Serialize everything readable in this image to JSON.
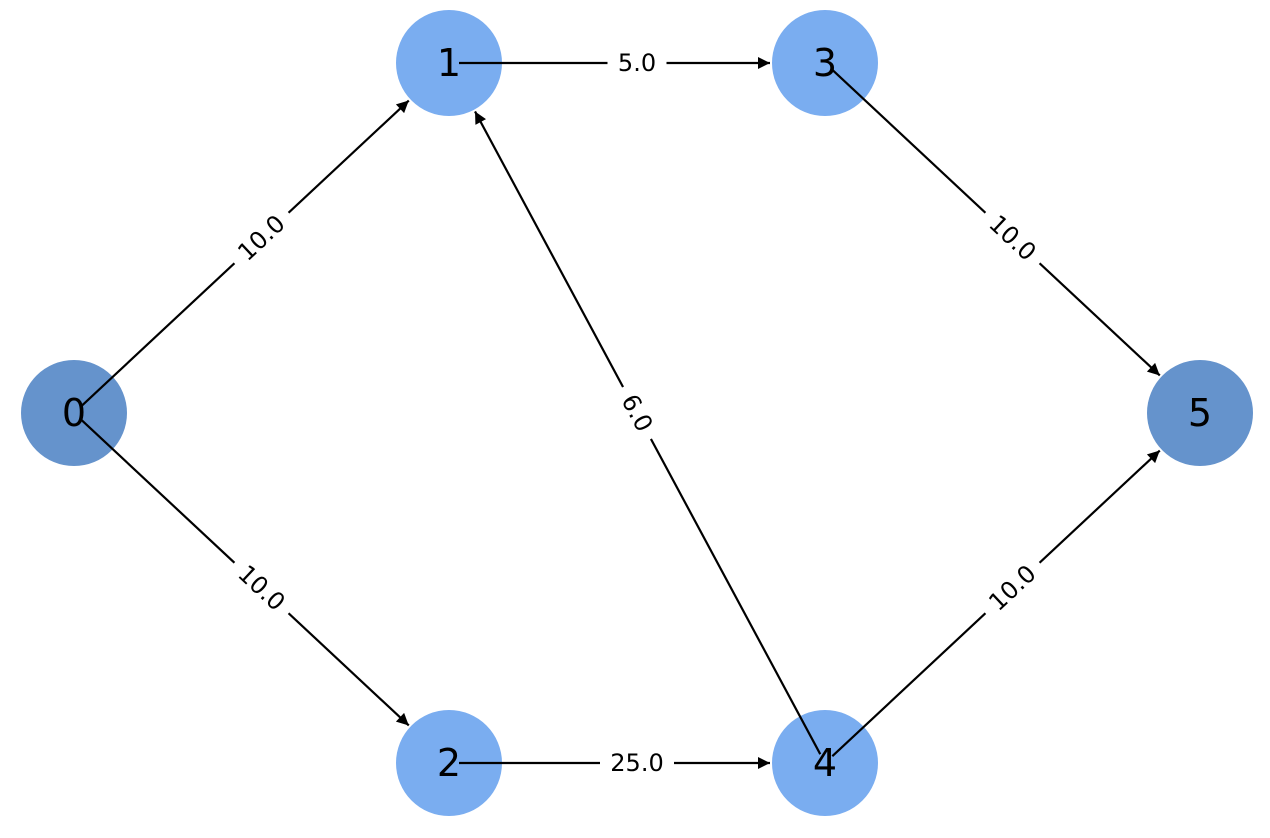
{
  "colors": {
    "endpoint_node": "#6593cc",
    "inner_node": "#7aadf0",
    "edge": "#000000",
    "label_background": "#ffffff"
  },
  "nodes": [
    {
      "id": "0",
      "label": "0",
      "kind": "endpoint"
    },
    {
      "id": "1",
      "label": "1",
      "kind": "inner"
    },
    {
      "id": "2",
      "label": "2",
      "kind": "inner"
    },
    {
      "id": "3",
      "label": "3",
      "kind": "inner"
    },
    {
      "id": "4",
      "label": "4",
      "kind": "inner"
    },
    {
      "id": "5",
      "label": "5",
      "kind": "endpoint"
    }
  ],
  "edges": [
    {
      "from": "0",
      "to": "1",
      "label": "10.0"
    },
    {
      "from": "0",
      "to": "2",
      "label": "10.0"
    },
    {
      "from": "1",
      "to": "3",
      "label": "5.0"
    },
    {
      "from": "2",
      "to": "4",
      "label": "25.0"
    },
    {
      "from": "4",
      "to": "1",
      "label": "6.0"
    },
    {
      "from": "3",
      "to": "5",
      "label": "10.0"
    },
    {
      "from": "4",
      "to": "5",
      "label": "10.0"
    }
  ]
}
